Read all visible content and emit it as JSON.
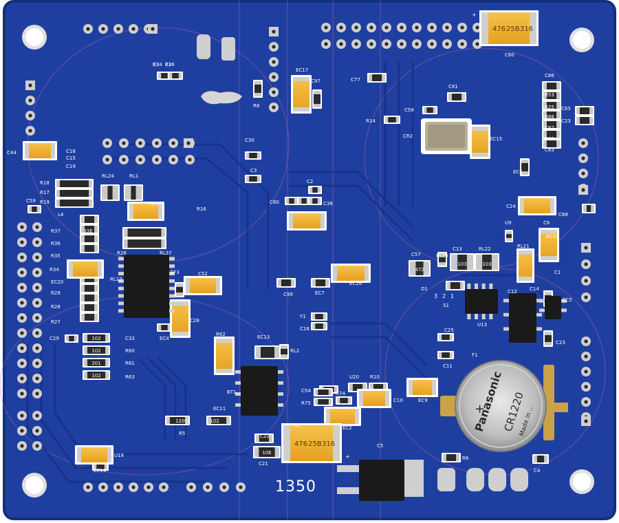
{
  "board": {
    "silk_number": "1350",
    "colors": {
      "pcb": "#1f3fa0",
      "pcb_dark": "#17318a",
      "silk": "#ffffff",
      "pad": "#c9c9c9",
      "tantalum": "#f0b030",
      "chip": "#1a1a1a"
    }
  },
  "labels": [
    "C34",
    "C36",
    "EC17",
    "C97",
    "C77",
    "C86",
    "R53",
    "R25",
    "R86",
    "C82",
    "R85",
    "C83",
    "C65",
    "C23",
    "C81",
    "C58",
    "R14",
    "CR2",
    "EC15",
    "R8",
    "C44",
    "C18",
    "C15",
    "C19",
    "C30",
    "C3",
    "R18",
    "R17",
    "R19",
    "RL24",
    "RL1",
    "C59",
    "EC18",
    "C2",
    "C80",
    "C38",
    "EC6",
    "C24",
    "C68",
    "L4",
    "R37",
    "R36",
    "R35",
    "R34",
    "EC20",
    "R29",
    "R28",
    "R27",
    "R26",
    "RL37",
    "RL12",
    "U9",
    "C6",
    "EC19",
    "C57",
    "RL23",
    "C13",
    "RL22",
    "RL21",
    "EF3",
    "C52",
    "EC16",
    "EC7",
    "C99",
    "C1",
    "C14",
    "C12",
    "D1",
    "S1",
    "U13",
    "Y1",
    "C16",
    "C28",
    "EC4",
    "C29",
    "C33",
    "R60",
    "R61",
    "R63",
    "R62",
    "EC13",
    "RL2",
    "C25",
    "C11",
    "C23",
    "F1",
    "BT1",
    "U20",
    "R10",
    "C54",
    "R75",
    "R74",
    "C10",
    "EC9",
    "EC2",
    "EC11",
    "R5",
    "R1",
    "C22",
    "C21",
    "R6",
    "C5",
    "U18",
    "EC14",
    "C4",
    "C60",
    "EC5",
    "R16",
    "R3",
    "R2"
  ],
  "part_values": [
    "103",
    "103",
    "472",
    "102",
    "102",
    "201",
    "102",
    "1200",
    "102",
    "10E",
    "33E"
  ],
  "tantalum_print": [
    "476",
    "25B",
    "316"
  ],
  "pin_numbers": [
    "3",
    "2",
    "1"
  ],
  "battery": {
    "brand": "Panasonic",
    "model": "CR1220",
    "origin": "Made in ..."
  },
  "polarity": [
    "+",
    "+",
    "+"
  ]
}
